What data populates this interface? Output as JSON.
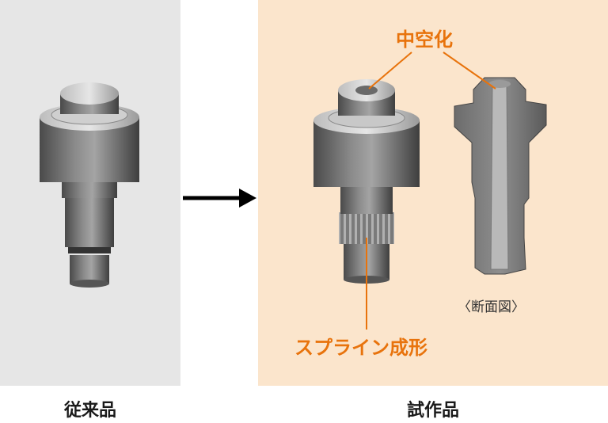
{
  "left_panel": {
    "caption": "従来品"
  },
  "right_panel": {
    "caption": "試作品",
    "callout_hollow": "中空化",
    "callout_spline": "スプライン成形",
    "section_label": "〈断面図〉"
  },
  "colors": {
    "left_bg": "#e6e6e6",
    "right_bg": "#fbe5cc",
    "accent": "#e8730c",
    "arrow": "#000000"
  }
}
